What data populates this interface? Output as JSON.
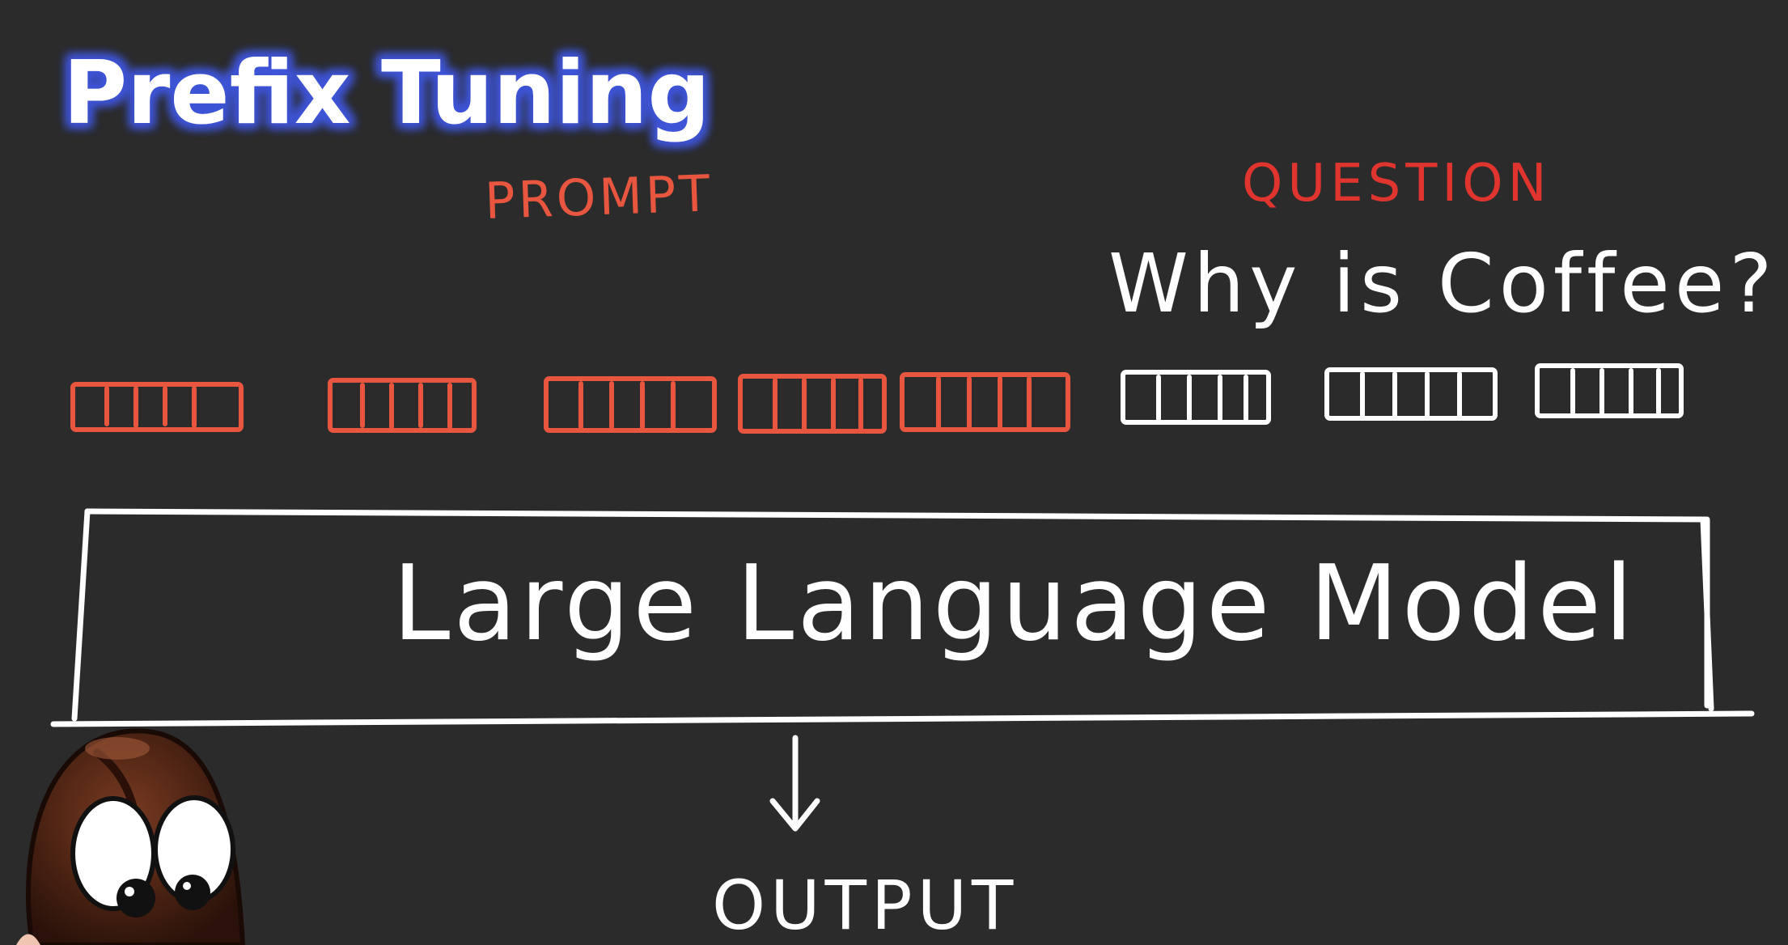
{
  "title": "Prefix Tuning",
  "labels": {
    "prompt": "PROMPT",
    "question": "QUESTION",
    "question_text": "Why is Coffee?",
    "model": "Large Language Model",
    "output": "OUTPUT"
  },
  "prompt_token_count": 5,
  "question_token_count": 3,
  "colors": {
    "background": "#2b2b2b",
    "title_fill": "#ffffff",
    "title_glow": "#3e54d6",
    "prompt": "#e8563f",
    "question_label": "#e0352f",
    "ink": "#ffffff"
  },
  "mascot": "coffee-bean-mascot"
}
